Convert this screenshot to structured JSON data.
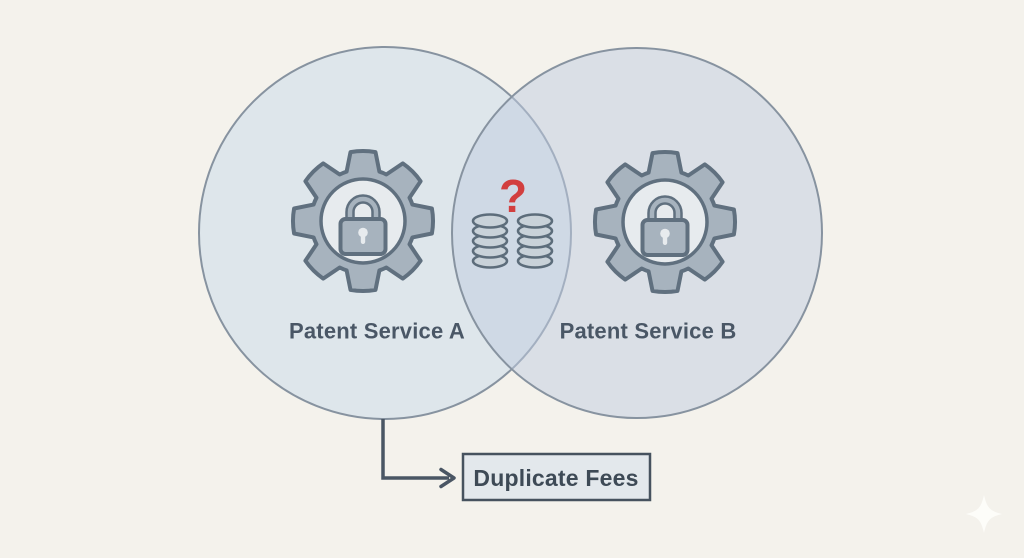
{
  "diagram": {
    "background_color": "#f4f2ec",
    "stroke_color": "#8793a0",
    "text_color": "#4a5766",
    "left_circle": {
      "label": "Patent Service A",
      "fill": "#c7d9ea",
      "icon": "gear-lock"
    },
    "right_circle": {
      "label": "Patent Service B",
      "fill": "#bfcbe0",
      "icon": "gear-lock"
    },
    "overlap": {
      "question_mark": "?",
      "question_color": "#d23f3f",
      "icon": "coin-stacks"
    },
    "callout": {
      "label": "Duplicate Fees",
      "box_fill": "#e3e8ec",
      "border_color": "#46525e",
      "text_color": "#3e4a56"
    },
    "gear": {
      "fill": "#a7b3be",
      "stroke": "#60707f",
      "inner_fill": "#e7ebee"
    },
    "coins": {
      "fill": "#c9d2d9",
      "stroke": "#5d6d7b"
    },
    "arrow": {
      "color": "#4a5664"
    },
    "watermark": {
      "icon": "sparkle",
      "color": "#fdfdfa"
    }
  }
}
